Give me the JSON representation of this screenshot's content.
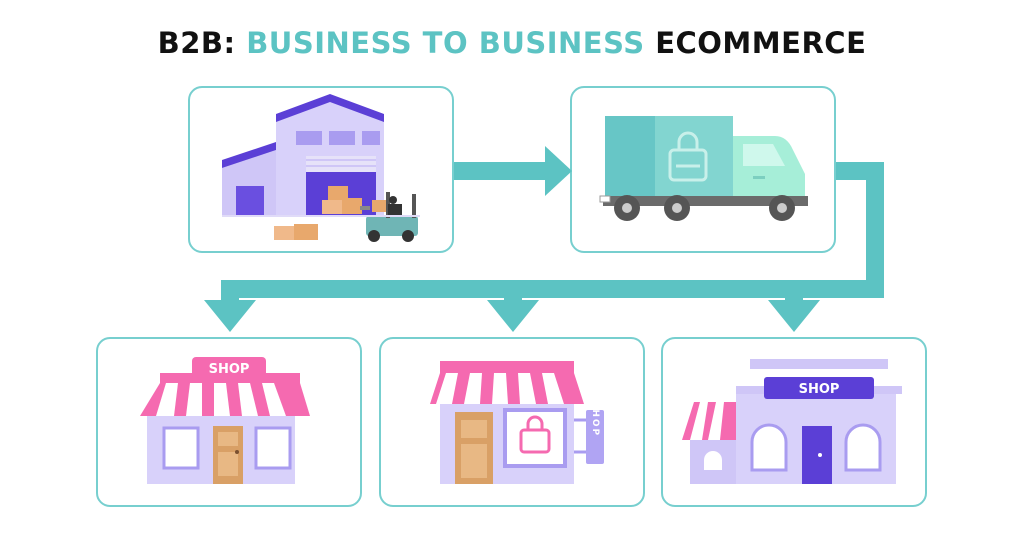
{
  "title": {
    "part1": "B2B: ",
    "part2": "BUSINESS TO BUSINESS",
    "part3": " ECOMMERCE"
  },
  "signs": {
    "shop1": "SHOP",
    "shop2": "SHOP",
    "shop3": "SHOP"
  },
  "colors": {
    "teal": "#5cc3c3",
    "purple": "#5b3fd6",
    "lavender": "#cfc6f7",
    "pink": "#f56ab0",
    "brown": "#d9a066"
  }
}
